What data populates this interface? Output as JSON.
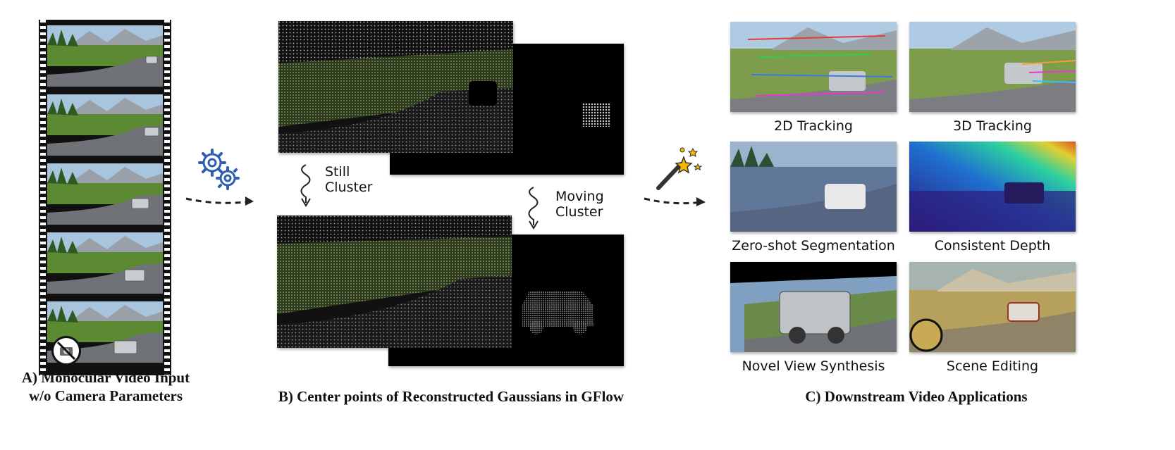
{
  "section_a": {
    "caption_line1": "A) Monocular Video Input",
    "caption_line2": "w/o Camera Parameters",
    "frame_count": 5
  },
  "section_b": {
    "caption": "B) Center points of Reconstructed Gaussians in GFlow",
    "still_line1": "Still",
    "still_line2": "Cluster",
    "moving_line1": "Moving",
    "moving_line2": "Cluster"
  },
  "section_c": {
    "caption": "C) Downstream Video Applications",
    "apps": [
      {
        "label": "2D Tracking"
      },
      {
        "label": "3D Tracking"
      },
      {
        "label": "Zero-shot Segmentation"
      },
      {
        "label": "Consistent Depth"
      },
      {
        "label": "Novel View Synthesis"
      },
      {
        "label": "Scene Editing"
      }
    ]
  },
  "icons": [
    "gears-icon",
    "magic-wand-icon",
    "no-camera-icon"
  ],
  "colors": {
    "arrow": "#222222",
    "gear": "#2b5fb3",
    "star": "#f5b800",
    "background": "#ffffff"
  }
}
